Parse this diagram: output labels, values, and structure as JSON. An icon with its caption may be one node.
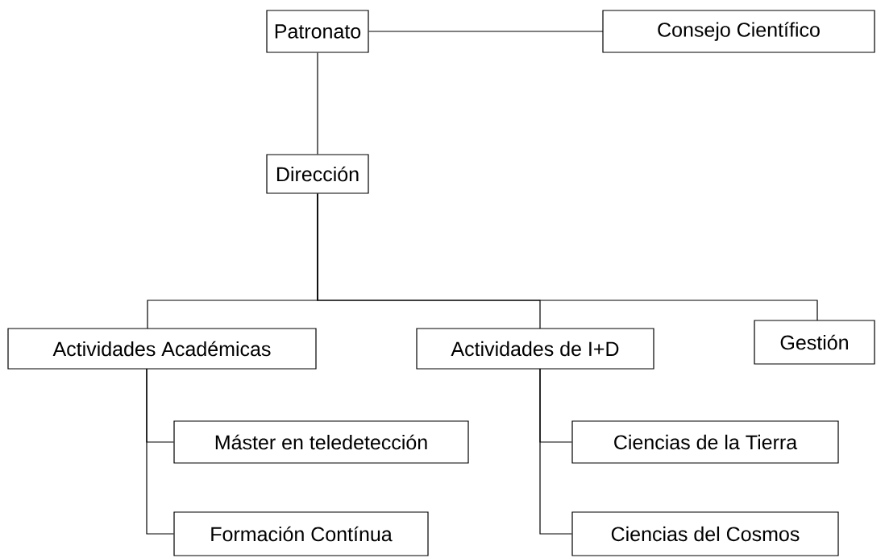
{
  "diagram": {
    "nodes": [
      {
        "text": [
          "Patronato"
        ]
      },
      {
        "text": [
          "Consejo Científico"
        ]
      },
      {
        "text": [
          "Dirección"
        ]
      },
      {
        "text": [
          "Actividades Académicas"
        ]
      },
      {
        "text": [
          "Actividades de I+D"
        ]
      },
      {
        "text": [
          "Gestión"
        ]
      },
      {
        "text": [
          "Máster en teledetección"
        ]
      },
      {
        "text": [
          "Ciencias de la Tierra"
        ]
      },
      {
        "text": [
          "Formación Contínua"
        ]
      },
      {
        "text": [
          "Ciencias del Cosmos"
        ]
      }
    ],
    "edges": [
      {
        "from": 0,
        "to": 1,
        "arrow": "none"
      },
      {
        "from": 0,
        "to": 2,
        "arrow": "none"
      },
      {
        "from": 2,
        "to": 3,
        "arrow": "none"
      },
      {
        "from": 2,
        "to": 4,
        "arrow": "none"
      },
      {
        "from": 2,
        "to": 5,
        "arrow": "none"
      },
      {
        "from": 3,
        "to": 6,
        "arrow": "none"
      },
      {
        "from": 3,
        "to": 8,
        "arrow": "none"
      },
      {
        "from": 4,
        "to": 7,
        "arrow": "none"
      },
      {
        "from": 4,
        "to": 9,
        "arrow": "none"
      }
    ]
  }
}
